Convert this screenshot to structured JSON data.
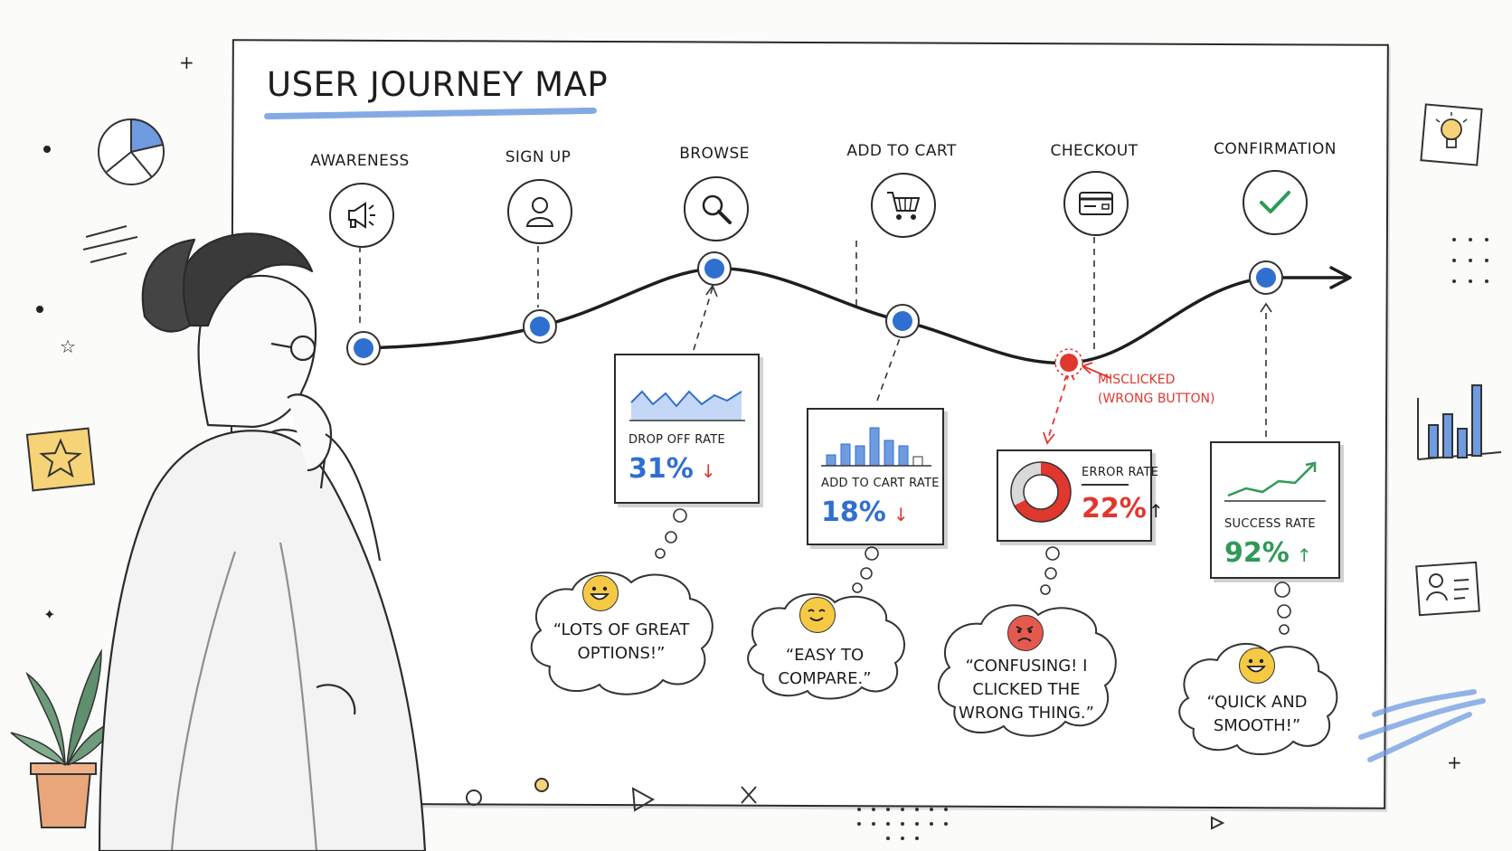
{
  "title": "USER JOURNEY MAP",
  "stages": [
    {
      "label": "AWARENESS",
      "icon": "megaphone-icon"
    },
    {
      "label": "SIGN UP",
      "icon": "user-icon"
    },
    {
      "label": "BROWSE",
      "icon": "search-icon"
    },
    {
      "label": "ADD TO CART",
      "icon": "cart-icon"
    },
    {
      "label": "CHECKOUT",
      "icon": "credit-card-icon"
    },
    {
      "label": "CONFIRMATION",
      "icon": "checkmark-icon"
    }
  ],
  "metrics": [
    {
      "label": "DROP OFF RATE",
      "value": "31%",
      "trend": "↓",
      "color": "#2f6fd0"
    },
    {
      "label": "ADD TO CART RATE",
      "value": "18%",
      "trend": "↓",
      "color": "#2f6fd0"
    },
    {
      "label": "ERROR RATE",
      "value": "22%",
      "trend": "↑",
      "color": "#e0372f"
    },
    {
      "label": "SUCCESS RATE",
      "value": "92%",
      "trend": "↑",
      "color": "#2e9a57"
    }
  ],
  "thoughts": [
    {
      "text": "“LOTS OF GREAT OPTIONS!”",
      "emoji": "smile"
    },
    {
      "text": "“EASY TO COMPARE.”",
      "emoji": "content"
    },
    {
      "text": "“CONFUSING! I CLICKED THE WRONG THING.”",
      "emoji": "angry"
    },
    {
      "text": "“QUICK AND SMOOTH!”",
      "emoji": "smile"
    }
  ],
  "annotation": "MISCLICKED (WRONG BUTTON)",
  "colors": {
    "accent_blue": "#2f6fd0",
    "error_red": "#e0372f",
    "success_green": "#2e9a57",
    "highlight": "#6f9be0"
  }
}
